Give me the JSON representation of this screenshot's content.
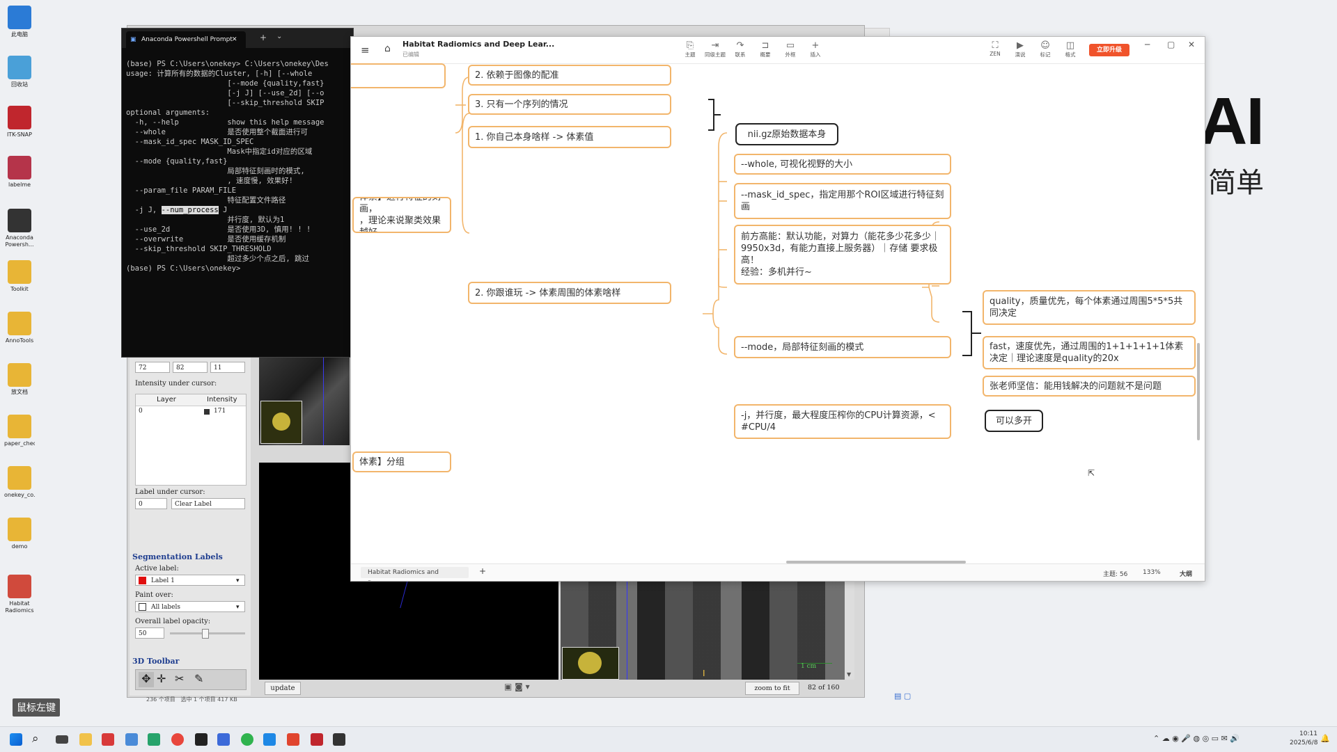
{
  "desktop": {
    "icons": [
      {
        "label": "此电脑",
        "color": "#2b7bd6"
      },
      {
        "label": "回收站",
        "color": "#4aa0d8"
      },
      {
        "label": "ITK-SNAP",
        "color": "#c0262d"
      },
      {
        "label": "labelme",
        "color": "#b5344a"
      },
      {
        "label": "Anaconda Powersh...",
        "color": "#333333"
      },
      {
        "label": "Toolkit",
        "color": "#e8b536"
      },
      {
        "label": "AnnoTools",
        "color": "#e8b536"
      },
      {
        "label": "放文档",
        "color": "#e8b536"
      },
      {
        "label": "paper_check",
        "color": "#e8b536"
      },
      {
        "label": "onekey_co...",
        "color": "#e8b536"
      },
      {
        "label": "demo",
        "color": "#e8b536"
      },
      {
        "label": "Habitat Radiomics ...",
        "color": "#d04a3c"
      }
    ],
    "bg_text_ai": "AI",
    "bg_text_cn": "简单"
  },
  "terminal": {
    "tab_title": "Anaconda Powershell Prompt",
    "lines": [
      "(base) PS C:\\Users\\onekey> C:\\Users\\onekey\\Des",
      "usage: 计算所有的数据的Cluster, [-h] [--whole",
      "                       [--mode {quality,fast}",
      "                       [-j J] [--use_2d] [--o",
      "                       [--skip_threshold SKIP",
      "",
      "optional arguments:",
      "  -h, --help           show this help message",
      "  --whole              是否使用整个截面进行可",
      "  --mask_id_spec MASK_ID_SPEC",
      "                       Mask中指定id对应的区域",
      "  --mode {quality,fast}",
      "                       局部特征刻画时的模式,",
      "                       , 速度慢, 效果好!",
      "  --param_file PARAM_FILE",
      "                       特征配置文件路径",
      "  -j J, --num_process J",
      "                       并行度, 默认为1",
      "  --use_2d             是否使用3D, 慎用! ! !",
      "  --overwrite          是否使用缓存机制",
      "  --skip_threshold SKIP_THRESHOLD",
      "                       超过多少个点之后, 跳过",
      "(base) PS C:\\Users\\onekey>"
    ],
    "highlight": "--num_process"
  },
  "itksnap": {
    "coords": [
      "72",
      "82",
      "11"
    ],
    "intensity_label": "Intensity under cursor:",
    "col_layer": "Layer",
    "col_intensity": "Intensity",
    "row_layer": "0",
    "row_intensity": "171",
    "label_under_cursor": "Label under cursor:",
    "label_value": "0",
    "label_name": "Clear Label",
    "seg_labels_title": "Segmentation Labels",
    "active_label": "Active label:",
    "active_label_value": "Label 1",
    "paint_over": "Paint over:",
    "paint_over_value": "All labels",
    "opacity_label": "Overall label opacity:",
    "opacity_value": "50",
    "opacity_fraction": 0.5,
    "toolbar3d_title": "3D Toolbar",
    "update_btn": "update",
    "zoom_btn": "zoom to fit",
    "slice_counter": "82 of 160",
    "scale_label": "1 cm",
    "status_left": "236 个项目",
    "status_mid": "选中 1 个项目 417 KB"
  },
  "xmind": {
    "title": "Habitat Radiomics and Deep Lear...",
    "subtitle": "已编辑",
    "toolbar": [
      {
        "icon": "⎘",
        "label": "主题"
      },
      {
        "icon": "⇥",
        "label": "同级主题"
      },
      {
        "icon": "↷",
        "label": "联系"
      },
      {
        "icon": "⊐",
        "label": "概要"
      },
      {
        "icon": "▭",
        "label": "外框"
      },
      {
        "icon": "+",
        "label": "插入"
      }
    ],
    "right_toolbar": [
      {
        "icon": "⛶",
        "label": "ZEN"
      },
      {
        "icon": "▶",
        "label": "演说"
      },
      {
        "icon": "☺",
        "label": "标记"
      },
      {
        "icon": "◫",
        "label": "格式"
      }
    ],
    "upgrade_btn": "立即升级",
    "upgrade_color": "#f0532b",
    "nodes": {
      "left_top": "",
      "left_mid": "体素】进行特征的刻画，\n，理论来说聚类效果越好",
      "left_bottom": "体素】分组",
      "n_reg": "2. 依赖于图像的配准",
      "n_seq": "3. 只有一个序列的情况",
      "n_self": "1. 你自己本身啥样 -> 体素值",
      "n_nii": "nii.gz原始数据本身",
      "n_neighbor": "2. 你跟谁玩 -> 体素周围的体素啥样",
      "n_whole": "--whole, 可视化视野的大小",
      "n_mask": "--mask_id_spec，指定用那个ROI区域进行特征刻画",
      "n_param": "前方高能：默认功能，对算力（能花多少花多少｜9950x3d，有能力直接上服务器）｜存储 要求极高！\n经验：多机并行~",
      "n_mode": "--mode，局部特征刻画的模式",
      "n_quality": "quality，质量优先，每个体素通过周围5*5*5共同决定",
      "n_fast": "fast，速度优先，通过周围的1+1+1+1+1体素决定｜理论速度是quality的20x",
      "n_zhang": "张老师坚信：能用钱解决的问题就不是问题",
      "n_j": "-j，并行度，最大程度压榨你的CPU计算资源，< #CPU/4",
      "n_multi": "可以多开"
    },
    "status_tab": "Habitat Radiomics and Deep...",
    "status_topics": "主题: 56",
    "status_zoom": "133%",
    "status_outline": "大纲"
  },
  "overlay_badge": "鼠标左键",
  "taskbar": {
    "time": "10:11",
    "date": "2025/6/8"
  }
}
